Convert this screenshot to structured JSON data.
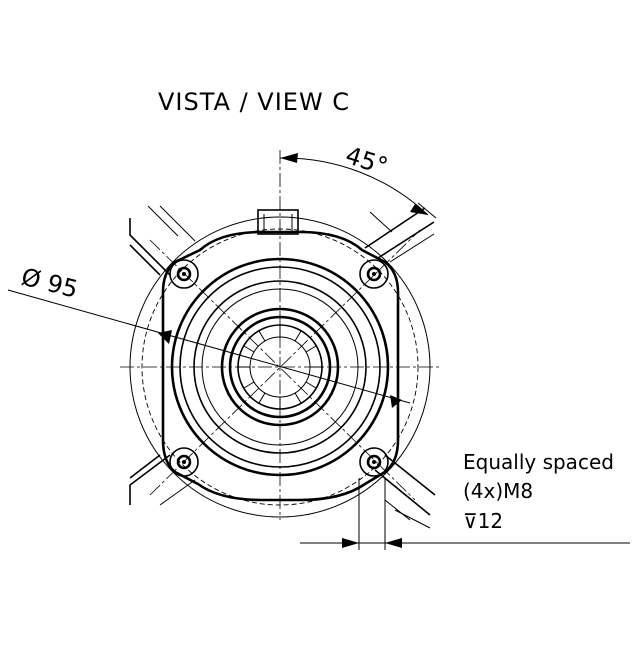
{
  "view_title": "VISTA / VIEW C",
  "dimensions": {
    "angle": "45°",
    "diameter": "Ø 95"
  },
  "note": {
    "line1": "Equally spaced",
    "line2": "(4x)M8",
    "line3": "⊽12"
  }
}
